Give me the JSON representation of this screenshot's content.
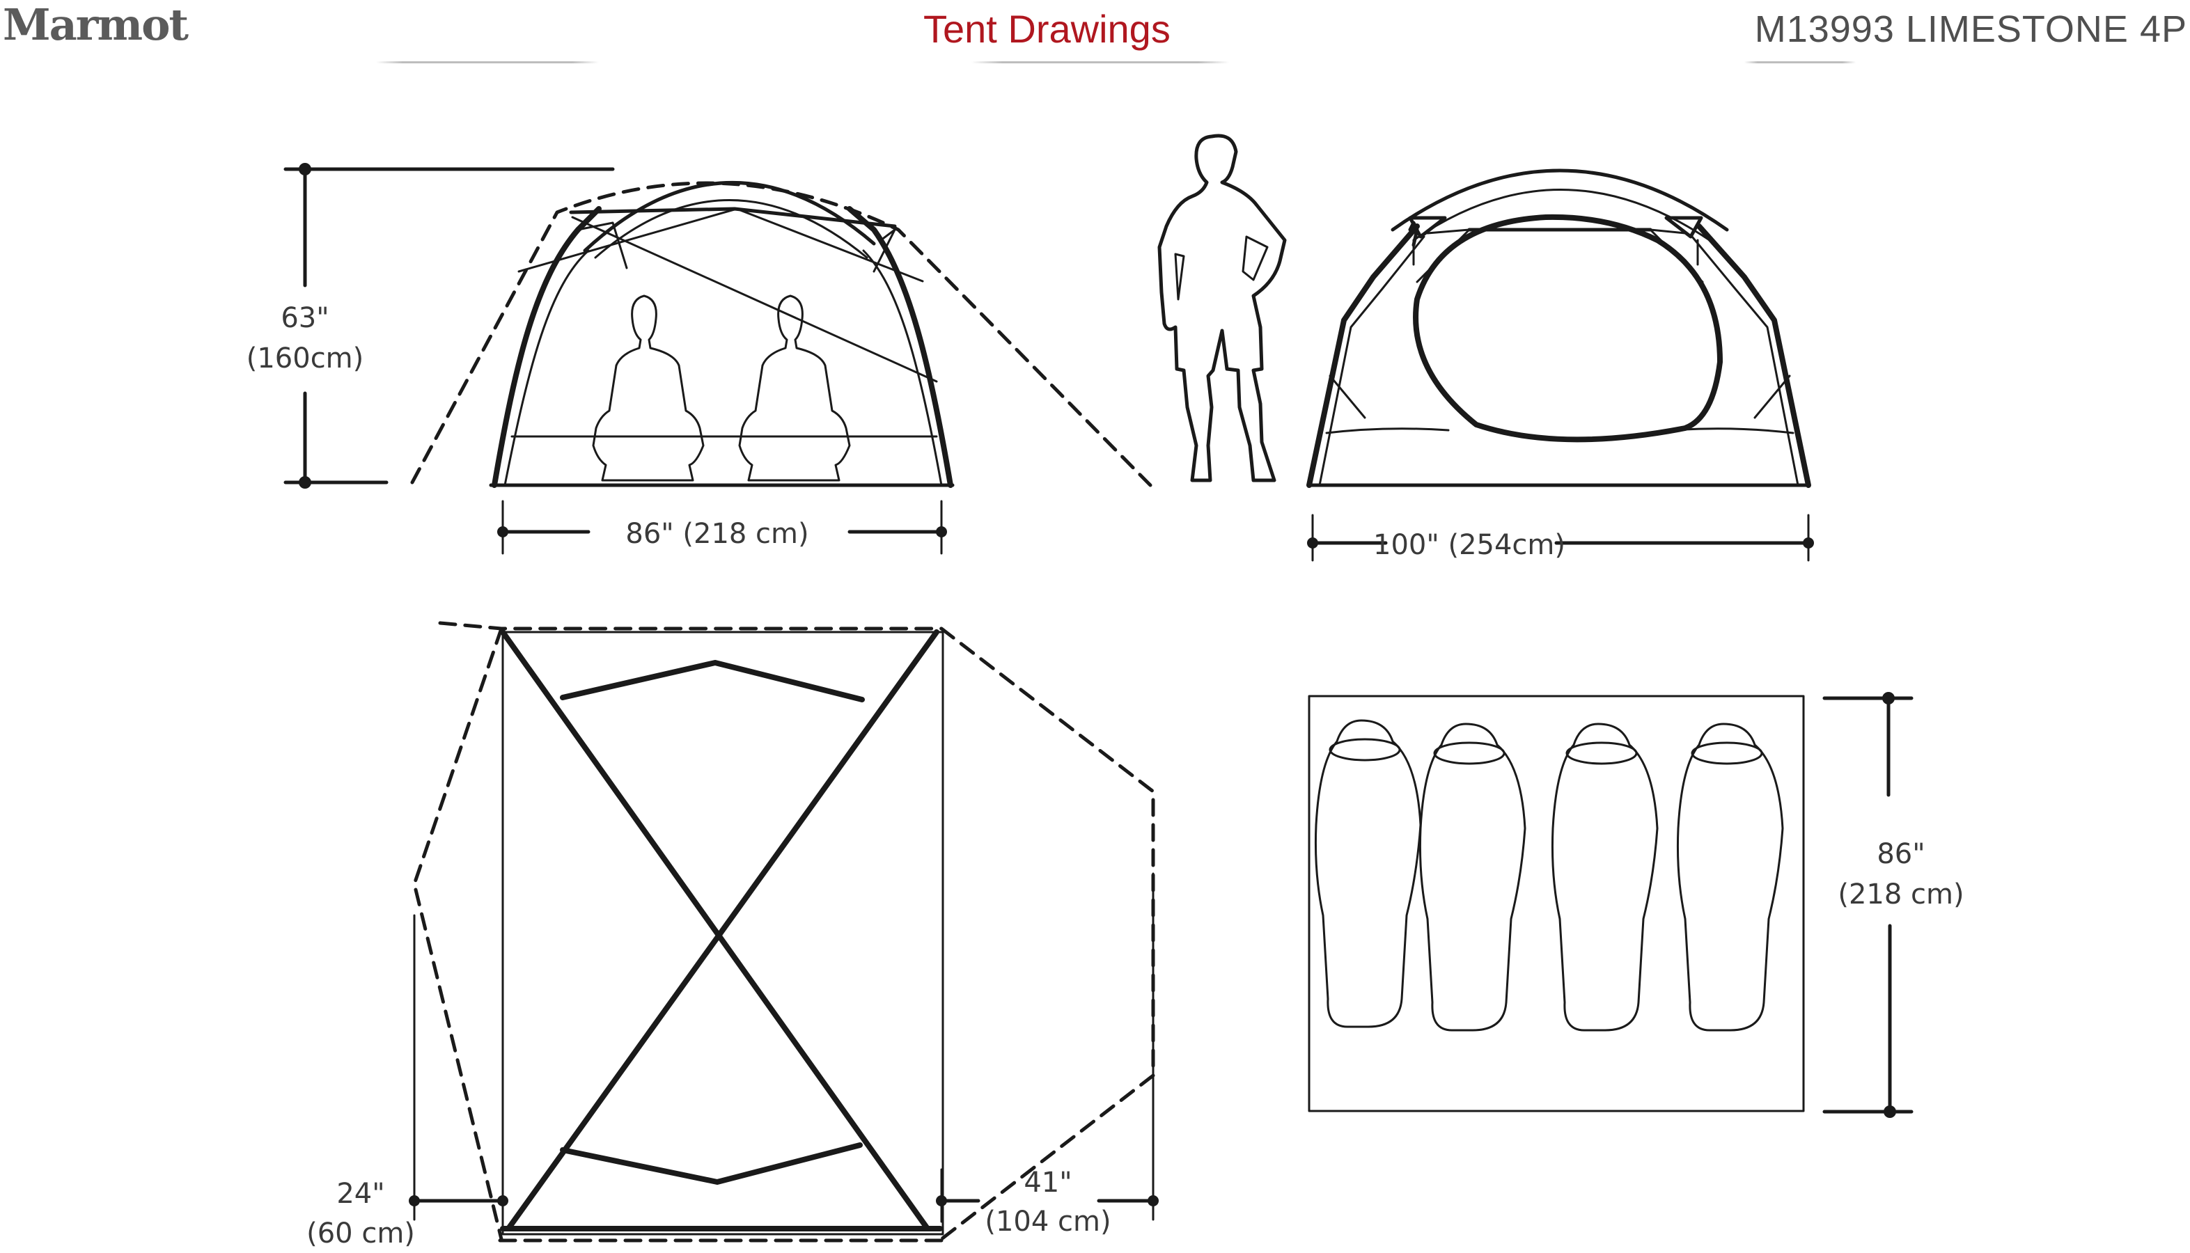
{
  "header": {
    "brand": "Marmot",
    "title": "Tent Drawings",
    "model": "M13993 LIMESTONE 4P"
  },
  "colors": {
    "title_red": "#b0171f",
    "brand_gray": "#5b5b5b",
    "line": "#1a1a1a",
    "dim_text": "#3a3a3a"
  },
  "views": {
    "side": {
      "label": "side-elevation",
      "height_in": "63\"",
      "height_cm": "(160cm)",
      "width": "86\" (218 cm)",
      "occupants": 2
    },
    "scale_figure": {
      "label": "standing-person"
    },
    "front": {
      "label": "front-elevation",
      "width": "100\" (254cm)"
    },
    "floorplan": {
      "label": "top-view-footprint",
      "vestibule_left_in": "24\"",
      "vestibule_left_cm": "(60 cm)",
      "vestibule_right_in": "41\"",
      "vestibule_right_cm": "(104 cm)"
    },
    "sleeping": {
      "label": "sleeping-layout",
      "length_in": "86\"",
      "length_cm": "(218 cm)",
      "sleeping_bags": 4
    }
  }
}
